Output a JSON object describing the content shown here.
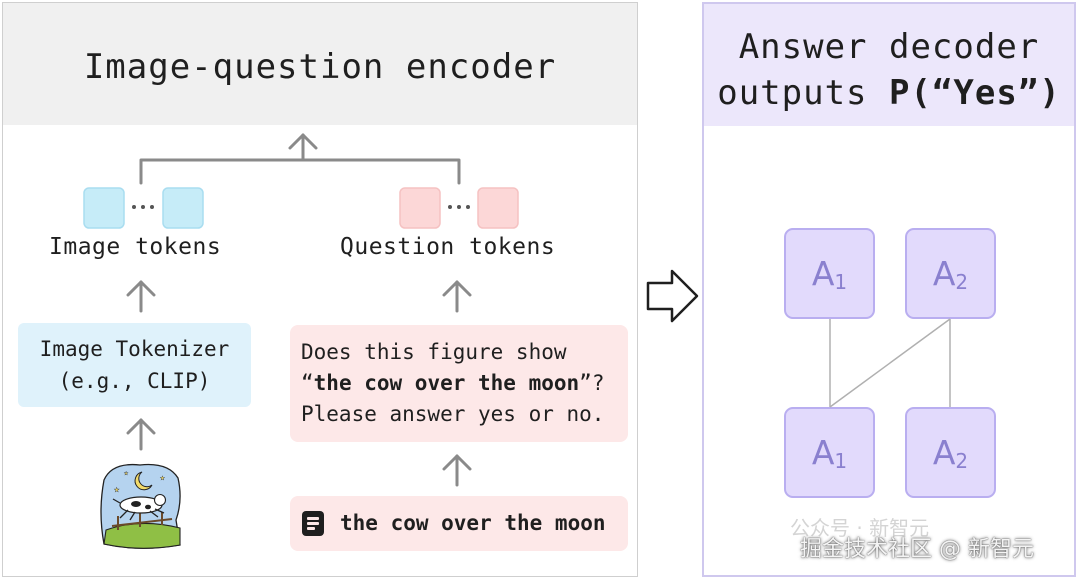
{
  "encoder": {
    "title": "Image-question encoder",
    "image_tokens_label": "Image tokens",
    "question_tokens_label": "Question tokens",
    "tokenizer_line1": "Image Tokenizer",
    "tokenizer_line2": "(e.g., CLIP)",
    "question_line1": "Does this figure show",
    "question_quote_open": "“",
    "question_bold": "the cow over the moon",
    "question_quote_close": "”?",
    "question_line3": "Please answer yes or no.",
    "caption_text": "the cow over the moon"
  },
  "decoder": {
    "title_line1": "Answer decoder",
    "title_line2_plain": "outputs ",
    "title_line2_bold": "P(“Yes”)",
    "nodes": [
      {
        "letter": "A",
        "sub": "1"
      },
      {
        "letter": "A",
        "sub": "2"
      },
      {
        "letter": "A",
        "sub": "1"
      },
      {
        "letter": "A",
        "sub": "2"
      }
    ]
  },
  "watermark": {
    "line1": "公众号 · 新智元",
    "line2": "掘金技术社区 @ 新智元"
  },
  "colors": {
    "image_token": "#c6ecf8",
    "question_token": "#fcd7d7",
    "answer_node": "#e2dafc",
    "arrow": "#8a8a8a"
  }
}
